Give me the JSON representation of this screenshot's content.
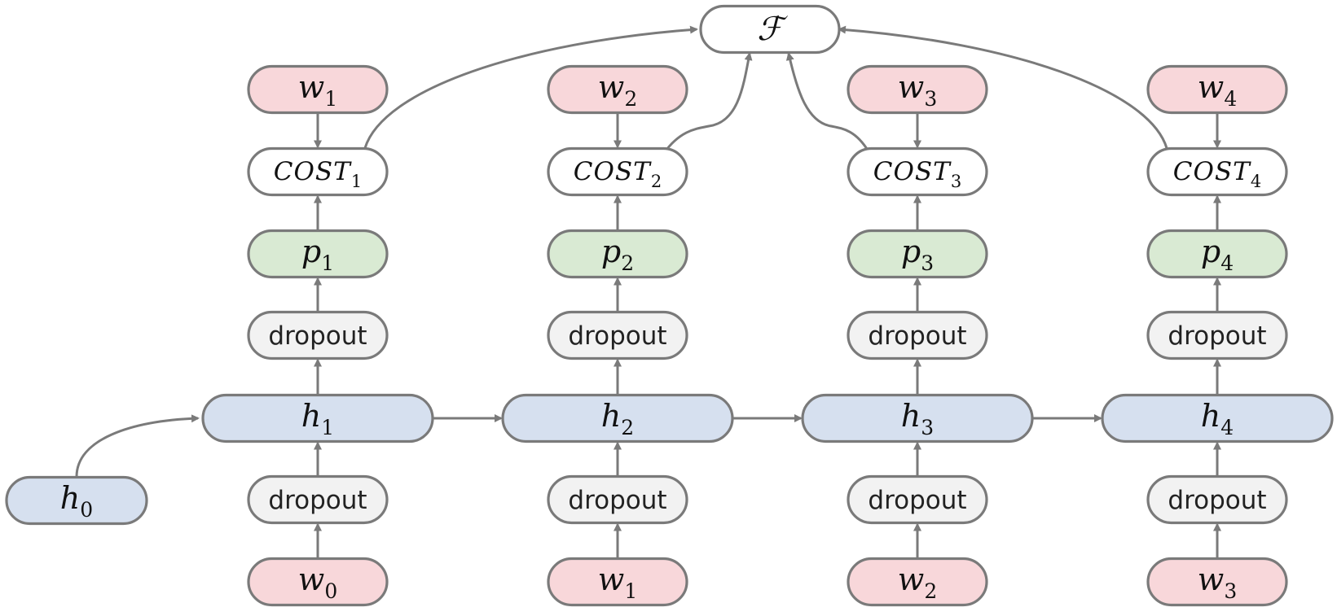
{
  "colors": {
    "input_fill": "#f8d7da",
    "hidden_fill": "#d6e0ef",
    "pred_fill": "#d9ead3",
    "dropout_fill": "#f2f2f2",
    "cost_fill": "#ffffff",
    "stroke": "#7a7a7a",
    "arrow": "#7a7a7a"
  },
  "objective": {
    "label": "ℱ"
  },
  "h0": {
    "base": "h",
    "sub": "0"
  },
  "columns": [
    {
      "target": {
        "base": "w",
        "sub": "1"
      },
      "cost": {
        "base": "COST",
        "sub": "1"
      },
      "pred": {
        "base": "p",
        "sub": "1"
      },
      "dropout_top": "dropout",
      "hidden": {
        "base": "h",
        "sub": "1"
      },
      "dropout_bottom": "dropout",
      "input": {
        "base": "w",
        "sub": "0"
      }
    },
    {
      "target": {
        "base": "w",
        "sub": "2"
      },
      "cost": {
        "base": "COST",
        "sub": "2"
      },
      "pred": {
        "base": "p",
        "sub": "2"
      },
      "dropout_top": "dropout",
      "hidden": {
        "base": "h",
        "sub": "2"
      },
      "dropout_bottom": "dropout",
      "input": {
        "base": "w",
        "sub": "1"
      }
    },
    {
      "target": {
        "base": "w",
        "sub": "3"
      },
      "cost": {
        "base": "COST",
        "sub": "3"
      },
      "pred": {
        "base": "p",
        "sub": "3"
      },
      "dropout_top": "dropout",
      "hidden": {
        "base": "h",
        "sub": "3"
      },
      "dropout_bottom": "dropout",
      "input": {
        "base": "w",
        "sub": "2"
      }
    },
    {
      "target": {
        "base": "w",
        "sub": "4"
      },
      "cost": {
        "base": "COST",
        "sub": "4"
      },
      "pred": {
        "base": "p",
        "sub": "4"
      },
      "dropout_top": "dropout",
      "hidden": {
        "base": "h",
        "sub": "4"
      },
      "dropout_bottom": "dropout",
      "input": {
        "base": "w",
        "sub": "3"
      }
    }
  ]
}
